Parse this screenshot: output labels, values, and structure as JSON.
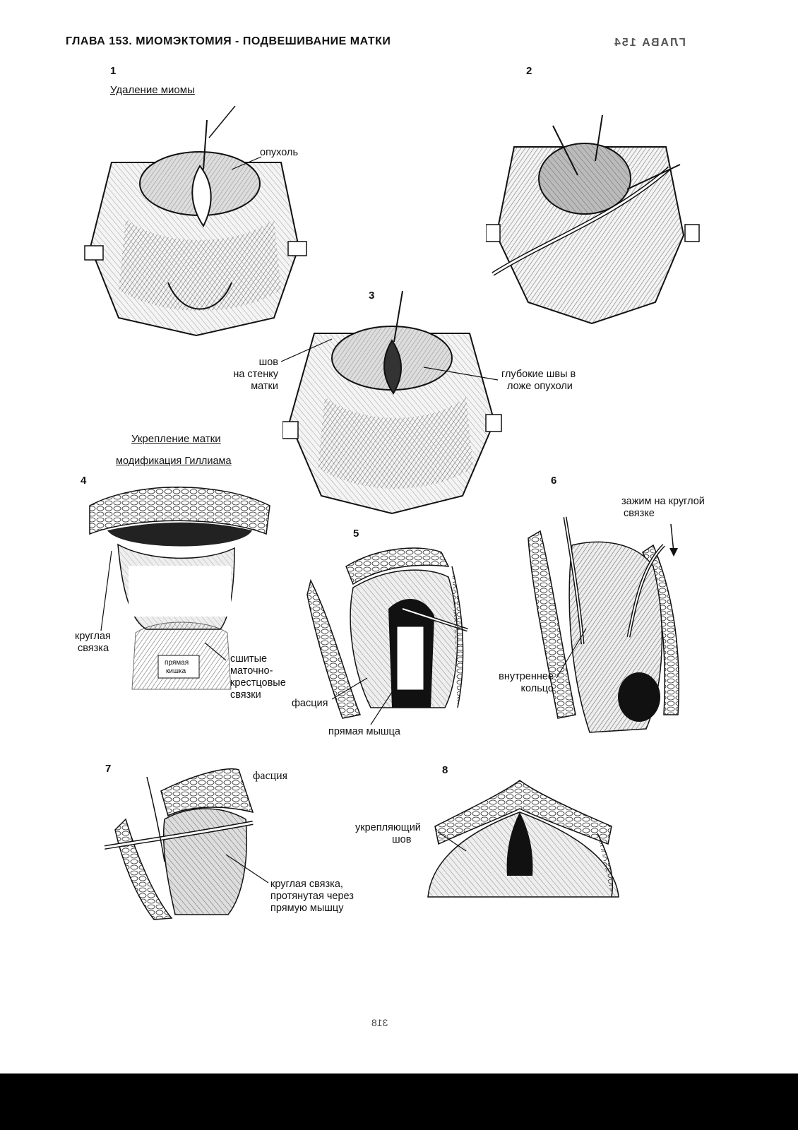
{
  "header": {
    "title": "ГЛАВА 153. МИОМЭКТОМИЯ - ПОДВЕШИВАНИЕ МАТКИ",
    "bleed_through": "ГЛАВА 154"
  },
  "sections": {
    "myoma_removal": "Удаление миомы",
    "uterus_fixation": "Укрепление матки",
    "gilliam_modification": "модификация Гиллиама"
  },
  "figures": [
    {
      "number": "1"
    },
    {
      "number": "2"
    },
    {
      "number": "3"
    },
    {
      "number": "4"
    },
    {
      "number": "5"
    },
    {
      "number": "6"
    },
    {
      "number": "7"
    },
    {
      "number": "8"
    }
  ],
  "labels": {
    "tumor": "опухоль",
    "uterine_wall_suture_1": "шов",
    "uterine_wall_suture_2": "на стенку",
    "uterine_wall_suture_3": "матки",
    "deep_sutures_1": "глубокие швы в",
    "deep_sutures_2": "ложе опухоли",
    "round_ligament_1": "круглая",
    "round_ligament_2": "связка",
    "rectum_1": "прямая",
    "rectum_2": "кишка",
    "sacro_1": "сшитые",
    "sacro_2": "маточно-",
    "sacro_3": "крестцовые",
    "sacro_4": "связки",
    "fascia_5": "фасция",
    "rectus_muscle": "прямая мышца",
    "clamp_1": "зажим на круглой",
    "clamp_2": "связке",
    "inner_ring_1": "внутреннее",
    "inner_ring_2": "кольцо",
    "fascia_7": "фасция",
    "round_lig_through_1": "круглая связка,",
    "round_lig_through_2": "протянутая через",
    "round_lig_through_3": "прямую мышцу",
    "fixing_suture_1": "укрепляющий",
    "fixing_suture_2": "шов"
  },
  "footer": {
    "page_number": "318"
  }
}
